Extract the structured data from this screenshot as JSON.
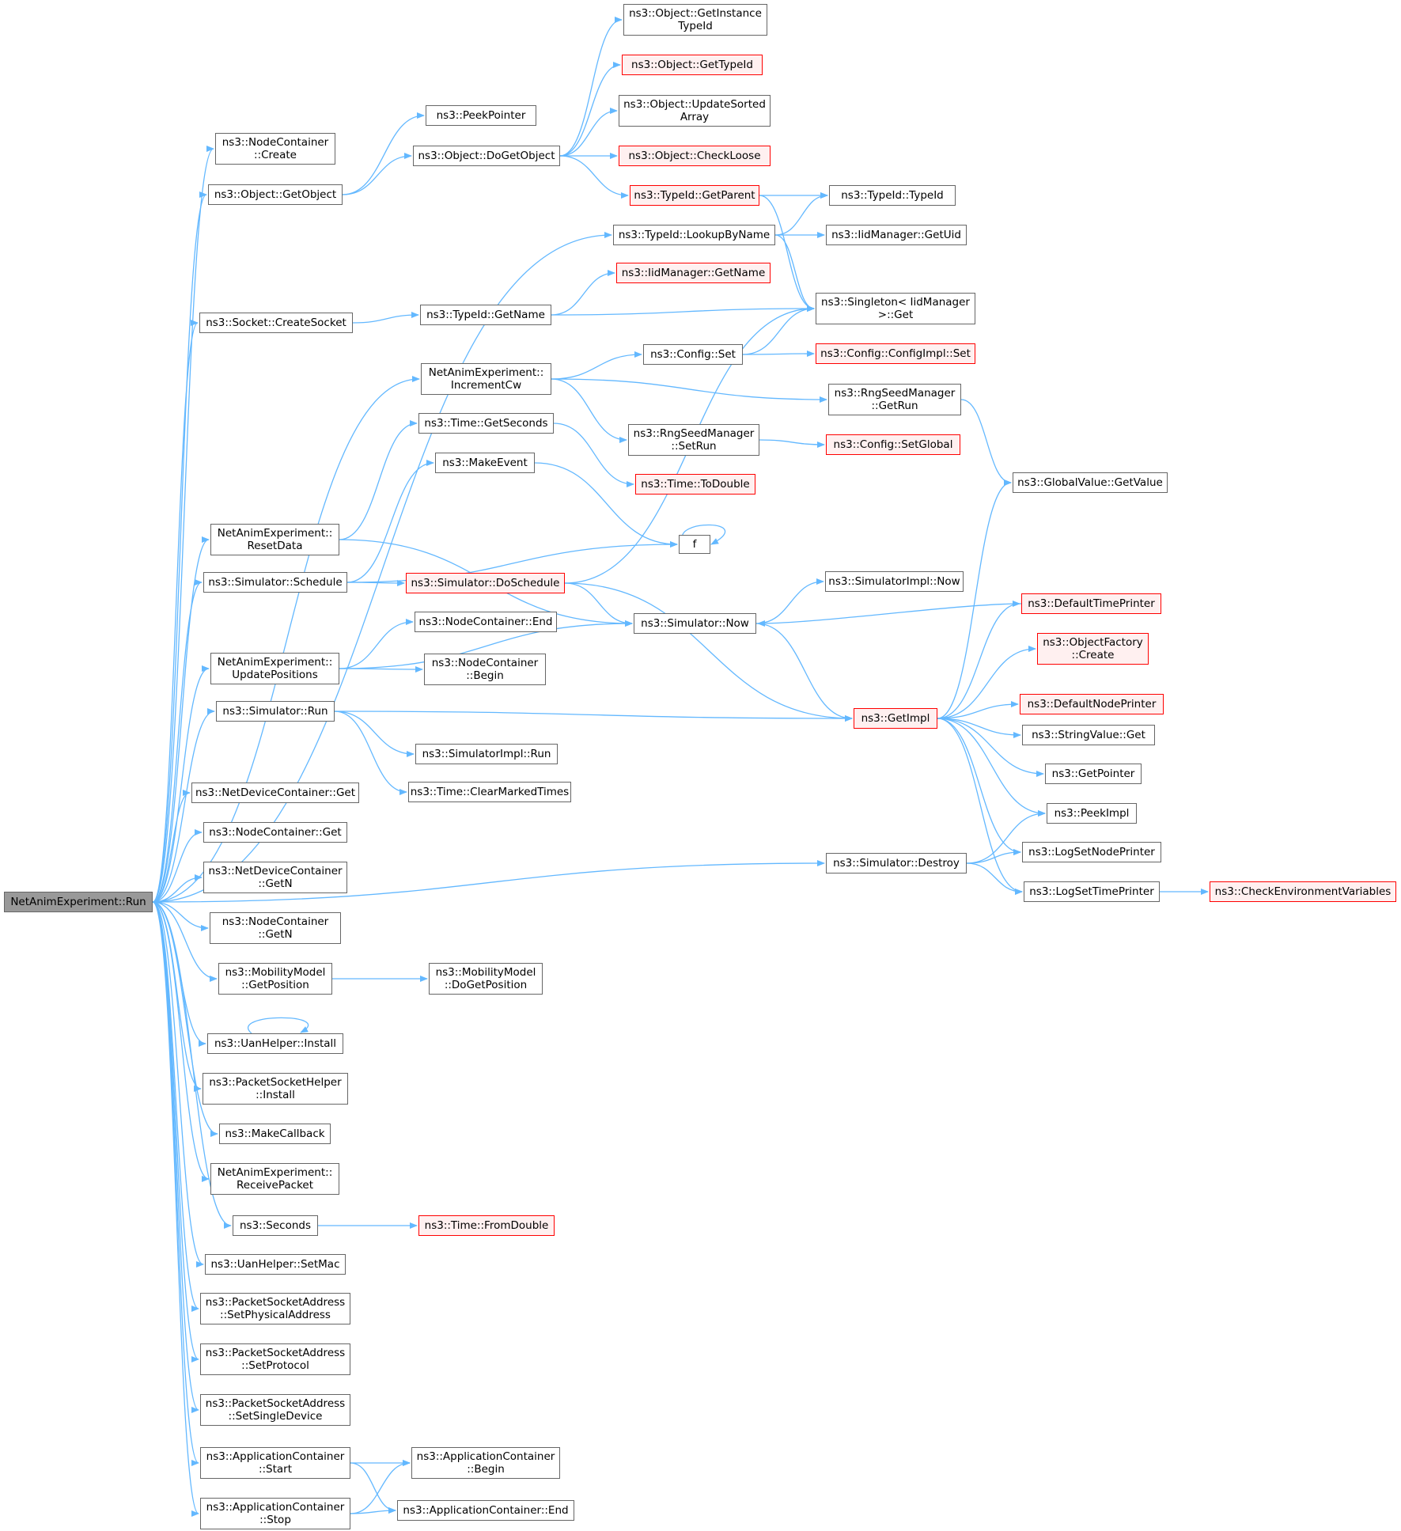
{
  "graph": {
    "title": "",
    "nodes": [
      {
        "id": "root",
        "lines": [
          "NetAnimExperiment::Run"
        ],
        "style": "root"
      },
      {
        "id": "n1",
        "lines": [
          "ns3::NodeContainer",
          "::Create"
        ],
        "style": "normal"
      },
      {
        "id": "n2",
        "lines": [
          "ns3::Object::GetObject"
        ],
        "style": "normal"
      },
      {
        "id": "n3",
        "lines": [
          "ns3::PeekPointer"
        ],
        "style": "normal"
      },
      {
        "id": "n4",
        "lines": [
          "ns3::Object::DoGetObject"
        ],
        "style": "normal"
      },
      {
        "id": "n5",
        "lines": [
          "ns3::Object::GetInstance",
          "TypeId"
        ],
        "style": "normal"
      },
      {
        "id": "n6",
        "lines": [
          "ns3::Object::GetTypeId"
        ],
        "style": "red"
      },
      {
        "id": "n7",
        "lines": [
          "ns3::Object::UpdateSorted",
          "Array"
        ],
        "style": "normal"
      },
      {
        "id": "n8",
        "lines": [
          "ns3::Object::CheckLoose"
        ],
        "style": "red"
      },
      {
        "id": "n9",
        "lines": [
          "ns3::TypeId::GetParent"
        ],
        "style": "red"
      },
      {
        "id": "n10",
        "lines": [
          "ns3::TypeId::TypeId"
        ],
        "style": "normal"
      },
      {
        "id": "n11",
        "lines": [
          "ns3::TypeId::LookupByName"
        ],
        "style": "normal"
      },
      {
        "id": "n12",
        "lines": [
          "ns3::IidManager::GetUid"
        ],
        "style": "normal"
      },
      {
        "id": "n13",
        "lines": [
          "ns3::IidManager::GetName"
        ],
        "style": "red"
      },
      {
        "id": "n14",
        "lines": [
          "ns3::Singleton< IidManager",
          " >::Get"
        ],
        "style": "normal"
      },
      {
        "id": "n15",
        "lines": [
          "ns3::Socket::CreateSocket"
        ],
        "style": "normal"
      },
      {
        "id": "n16",
        "lines": [
          "ns3::TypeId::GetName"
        ],
        "style": "normal"
      },
      {
        "id": "n17",
        "lines": [
          "NetAnimExperiment::",
          "IncrementCw"
        ],
        "style": "normal"
      },
      {
        "id": "n18",
        "lines": [
          "ns3::Config::Set"
        ],
        "style": "normal"
      },
      {
        "id": "n19",
        "lines": [
          "ns3::Config::ConfigImpl::Set"
        ],
        "style": "red"
      },
      {
        "id": "n20",
        "lines": [
          "ns3::RngSeedManager",
          "::GetRun"
        ],
        "style": "normal"
      },
      {
        "id": "n21",
        "lines": [
          "ns3::Time::GetSeconds"
        ],
        "style": "normal"
      },
      {
        "id": "n22",
        "lines": [
          "ns3::RngSeedManager",
          "::SetRun"
        ],
        "style": "normal"
      },
      {
        "id": "n23",
        "lines": [
          "ns3::Config::SetGlobal"
        ],
        "style": "red"
      },
      {
        "id": "n24",
        "lines": [
          "ns3::Time::ToDouble"
        ],
        "style": "red"
      },
      {
        "id": "n25",
        "lines": [
          "ns3::MakeEvent"
        ],
        "style": "normal"
      },
      {
        "id": "n26",
        "lines": [
          "ns3::GlobalValue::GetValue"
        ],
        "style": "normal"
      },
      {
        "id": "n27",
        "lines": [
          "f"
        ],
        "style": "normal"
      },
      {
        "id": "n28",
        "lines": [
          "NetAnimExperiment::",
          "ResetData"
        ],
        "style": "normal"
      },
      {
        "id": "n29",
        "lines": [
          "ns3::Simulator::Schedule"
        ],
        "style": "normal"
      },
      {
        "id": "n30",
        "lines": [
          "ns3::Simulator::DoSchedule"
        ],
        "style": "red"
      },
      {
        "id": "n31",
        "lines": [
          "ns3::SimulatorImpl::Now"
        ],
        "style": "normal"
      },
      {
        "id": "n32",
        "lines": [
          "ns3::DefaultTimePrinter"
        ],
        "style": "red"
      },
      {
        "id": "n33",
        "lines": [
          "ns3::NodeContainer::End"
        ],
        "style": "normal"
      },
      {
        "id": "n34",
        "lines": [
          "ns3::Simulator::Now"
        ],
        "style": "normal"
      },
      {
        "id": "n35",
        "lines": [
          "ns3::ObjectFactory",
          "::Create"
        ],
        "style": "red"
      },
      {
        "id": "n36",
        "lines": [
          "NetAnimExperiment::",
          "UpdatePositions"
        ],
        "style": "normal"
      },
      {
        "id": "n37",
        "lines": [
          "ns3::NodeContainer",
          "::Begin"
        ],
        "style": "normal"
      },
      {
        "id": "n38",
        "lines": [
          "ns3::DefaultNodePrinter"
        ],
        "style": "red"
      },
      {
        "id": "n39",
        "lines": [
          "ns3::Simulator::Run"
        ],
        "style": "normal"
      },
      {
        "id": "n40",
        "lines": [
          "ns3::GetImpl"
        ],
        "style": "red"
      },
      {
        "id": "n41",
        "lines": [
          "ns3::StringValue::Get"
        ],
        "style": "normal"
      },
      {
        "id": "n42",
        "lines": [
          "ns3::SimulatorImpl::Run"
        ],
        "style": "normal"
      },
      {
        "id": "n43",
        "lines": [
          "ns3::GetPointer"
        ],
        "style": "normal"
      },
      {
        "id": "n44",
        "lines": [
          "ns3::Time::ClearMarkedTimes"
        ],
        "style": "normal"
      },
      {
        "id": "n45",
        "lines": [
          "ns3::NetDeviceContainer::Get"
        ],
        "style": "normal"
      },
      {
        "id": "n46",
        "lines": [
          "ns3::PeekImpl"
        ],
        "style": "normal"
      },
      {
        "id": "n47",
        "lines": [
          "ns3::NodeContainer::Get"
        ],
        "style": "normal"
      },
      {
        "id": "n48",
        "lines": [
          "ns3::LogSetNodePrinter"
        ],
        "style": "normal"
      },
      {
        "id": "n49",
        "lines": [
          "ns3::Simulator::Destroy"
        ],
        "style": "normal"
      },
      {
        "id": "n50",
        "lines": [
          "ns3::NetDeviceContainer",
          "::GetN"
        ],
        "style": "normal"
      },
      {
        "id": "n51",
        "lines": [
          "ns3::LogSetTimePrinter"
        ],
        "style": "normal"
      },
      {
        "id": "n52",
        "lines": [
          "ns3::CheckEnvironmentVariables"
        ],
        "style": "red"
      },
      {
        "id": "n53",
        "lines": [
          "ns3::NodeContainer",
          "::GetN"
        ],
        "style": "normal"
      },
      {
        "id": "n54",
        "lines": [
          "ns3::MobilityModel",
          "::GetPosition"
        ],
        "style": "normal"
      },
      {
        "id": "n55",
        "lines": [
          "ns3::MobilityModel",
          "::DoGetPosition"
        ],
        "style": "normal"
      },
      {
        "id": "n56",
        "lines": [
          "ns3::UanHelper::Install"
        ],
        "style": "normal"
      },
      {
        "id": "n57",
        "lines": [
          "ns3::PacketSocketHelper",
          "::Install"
        ],
        "style": "normal"
      },
      {
        "id": "n58",
        "lines": [
          "ns3::MakeCallback"
        ],
        "style": "normal"
      },
      {
        "id": "n59",
        "lines": [
          "NetAnimExperiment::",
          "ReceivePacket"
        ],
        "style": "normal"
      },
      {
        "id": "n60",
        "lines": [
          "ns3::Seconds"
        ],
        "style": "normal"
      },
      {
        "id": "n61",
        "lines": [
          "ns3::Time::FromDouble"
        ],
        "style": "red"
      },
      {
        "id": "n62",
        "lines": [
          "ns3::UanHelper::SetMac"
        ],
        "style": "normal"
      },
      {
        "id": "n63",
        "lines": [
          "ns3::PacketSocketAddress",
          "::SetPhysicalAddress"
        ],
        "style": "normal"
      },
      {
        "id": "n64",
        "lines": [
          "ns3::PacketSocketAddress",
          "::SetProtocol"
        ],
        "style": "normal"
      },
      {
        "id": "n65",
        "lines": [
          "ns3::PacketSocketAddress",
          "::SetSingleDevice"
        ],
        "style": "normal"
      },
      {
        "id": "n66",
        "lines": [
          "ns3::ApplicationContainer",
          "::Start"
        ],
        "style": "normal"
      },
      {
        "id": "n67",
        "lines": [
          "ns3::ApplicationContainer",
          "::Begin"
        ],
        "style": "normal"
      },
      {
        "id": "n68",
        "lines": [
          "ns3::ApplicationContainer",
          "::Stop"
        ],
        "style": "normal"
      },
      {
        "id": "n69",
        "lines": [
          "ns3::ApplicationContainer::End"
        ],
        "style": "normal"
      }
    ],
    "edges": [
      [
        "root",
        "n1"
      ],
      [
        "root",
        "n2"
      ],
      [
        "root",
        "n11"
      ],
      [
        "root",
        "n15"
      ],
      [
        "root",
        "n17"
      ],
      [
        "root",
        "n28"
      ],
      [
        "root",
        "n29"
      ],
      [
        "root",
        "n36"
      ],
      [
        "root",
        "n39"
      ],
      [
        "root",
        "n49"
      ],
      [
        "root",
        "n45"
      ],
      [
        "root",
        "n47"
      ],
      [
        "root",
        "n50"
      ],
      [
        "root",
        "n53"
      ],
      [
        "root",
        "n54"
      ],
      [
        "root",
        "n56"
      ],
      [
        "root",
        "n57"
      ],
      [
        "root",
        "n58"
      ],
      [
        "root",
        "n59"
      ],
      [
        "root",
        "n60"
      ],
      [
        "root",
        "n62"
      ],
      [
        "root",
        "n63"
      ],
      [
        "root",
        "n64"
      ],
      [
        "root",
        "n65"
      ],
      [
        "root",
        "n66"
      ],
      [
        "root",
        "n68"
      ],
      [
        "n2",
        "n3"
      ],
      [
        "n2",
        "n4"
      ],
      [
        "n4",
        "n5"
      ],
      [
        "n4",
        "n6"
      ],
      [
        "n4",
        "n7"
      ],
      [
        "n4",
        "n8"
      ],
      [
        "n4",
        "n9"
      ],
      [
        "n9",
        "n10"
      ],
      [
        "n9",
        "n14"
      ],
      [
        "n11",
        "n10"
      ],
      [
        "n11",
        "n12"
      ],
      [
        "n11",
        "n14"
      ],
      [
        "n15",
        "n16"
      ],
      [
        "n16",
        "n13"
      ],
      [
        "n16",
        "n14"
      ],
      [
        "n17",
        "n18"
      ],
      [
        "n17",
        "n20"
      ],
      [
        "n17",
        "n22"
      ],
      [
        "n18",
        "n14"
      ],
      [
        "n18",
        "n19"
      ],
      [
        "n20",
        "n26"
      ],
      [
        "n22",
        "n23"
      ],
      [
        "n21",
        "n24"
      ],
      [
        "n25",
        "n27"
      ],
      [
        "n27",
        "n27"
      ],
      [
        "n28",
        "n21"
      ],
      [
        "n28",
        "n34"
      ],
      [
        "n29",
        "n25"
      ],
      [
        "n29",
        "n27"
      ],
      [
        "n29",
        "n30"
      ],
      [
        "n30",
        "n14"
      ],
      [
        "n30",
        "n34"
      ],
      [
        "n30",
        "n40"
      ],
      [
        "n34",
        "n31"
      ],
      [
        "n34",
        "n40"
      ],
      [
        "n32",
        "n34"
      ],
      [
        "n36",
        "n33"
      ],
      [
        "n36",
        "n37"
      ],
      [
        "n36",
        "n34"
      ],
      [
        "n39",
        "n40"
      ],
      [
        "n39",
        "n42"
      ],
      [
        "n39",
        "n44"
      ],
      [
        "n40",
        "n26"
      ],
      [
        "n40",
        "n32"
      ],
      [
        "n40",
        "n35"
      ],
      [
        "n40",
        "n38"
      ],
      [
        "n40",
        "n41"
      ],
      [
        "n40",
        "n43"
      ],
      [
        "n40",
        "n46"
      ],
      [
        "n40",
        "n48"
      ],
      [
        "n40",
        "n51"
      ],
      [
        "n49",
        "n46"
      ],
      [
        "n49",
        "n48"
      ],
      [
        "n49",
        "n51"
      ],
      [
        "n51",
        "n52"
      ],
      [
        "n54",
        "n55"
      ],
      [
        "n56",
        "n56"
      ],
      [
        "n60",
        "n61"
      ],
      [
        "n66",
        "n67"
      ],
      [
        "n66",
        "n69"
      ],
      [
        "n68",
        "n67"
      ],
      [
        "n68",
        "n69"
      ]
    ]
  },
  "colors": {
    "edge": "#63b8ff",
    "border": "#666666",
    "red_border": "#ff0000",
    "red_fill": "#fff0f0",
    "root_fill": "#999999"
  }
}
